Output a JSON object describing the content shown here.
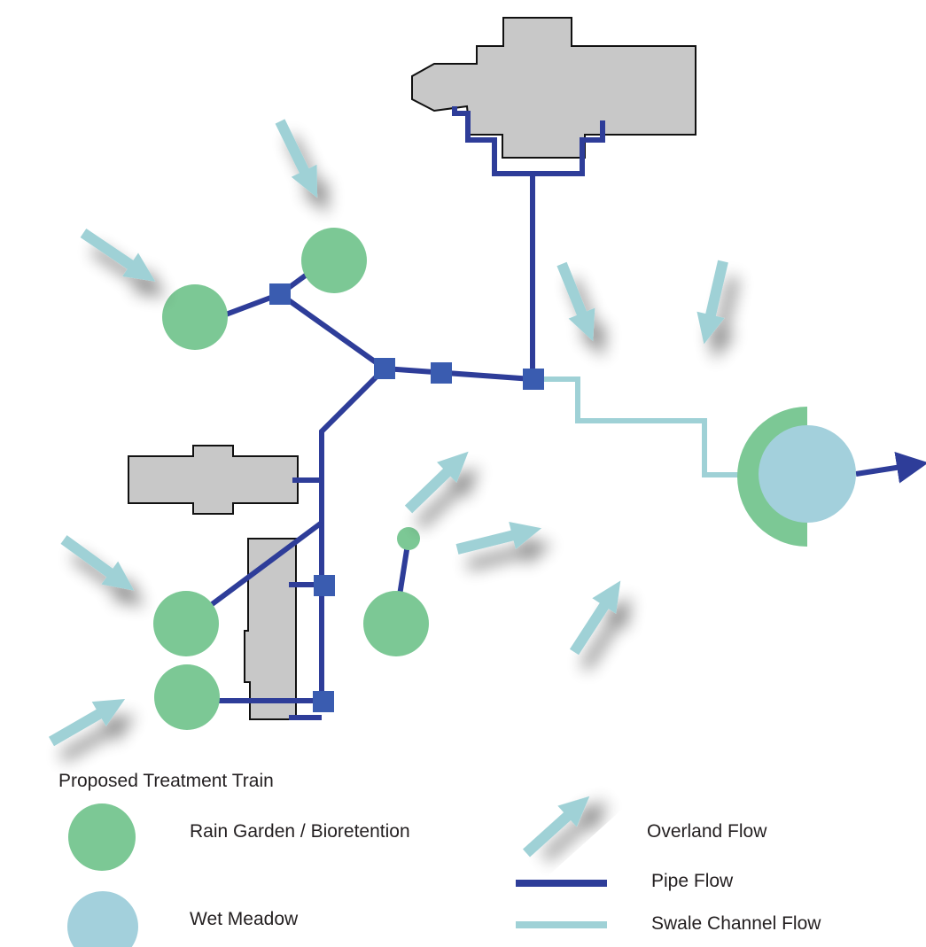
{
  "colors": {
    "building_fill": "#c8c8c8",
    "building_stroke": "#111111",
    "pipe": "#2e3d99",
    "junction": "#3a5cb0",
    "swale": "#9fd1d6",
    "rain_garden": "#7cc895",
    "wet_meadow": "#a3d0dc",
    "overland_arrow": "#9fd1d6"
  },
  "legend": {
    "title": "Proposed Treatment Train",
    "rain_garden_label": "Rain Garden / Bioretention",
    "wet_meadow_label": "Wet Meadow",
    "overland_flow_label": "Overland Flow",
    "pipe_flow_label": "Pipe Flow",
    "swale_flow_label": "Swale Channel Flow"
  }
}
